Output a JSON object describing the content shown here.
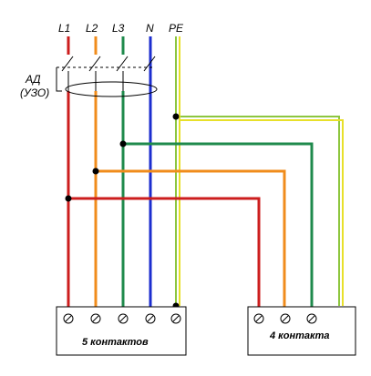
{
  "lines": {
    "l1": {
      "label": "L1",
      "color": "#cc1d1d"
    },
    "l2": {
      "label": "L2",
      "color": "#f08c1c"
    },
    "l3": {
      "label": "L3",
      "color": "#1f8a4c"
    },
    "n": {
      "label": "N",
      "color": "#1c2ecf"
    },
    "pe": {
      "label": "PE",
      "color": "#8dc63f",
      "color2": "#e8e02a"
    }
  },
  "device": {
    "label": "АД",
    "sublabel": "(УЗО)"
  },
  "blocks": {
    "five": {
      "label": "5 контактов"
    },
    "four": {
      "label": "4 контакта"
    }
  }
}
